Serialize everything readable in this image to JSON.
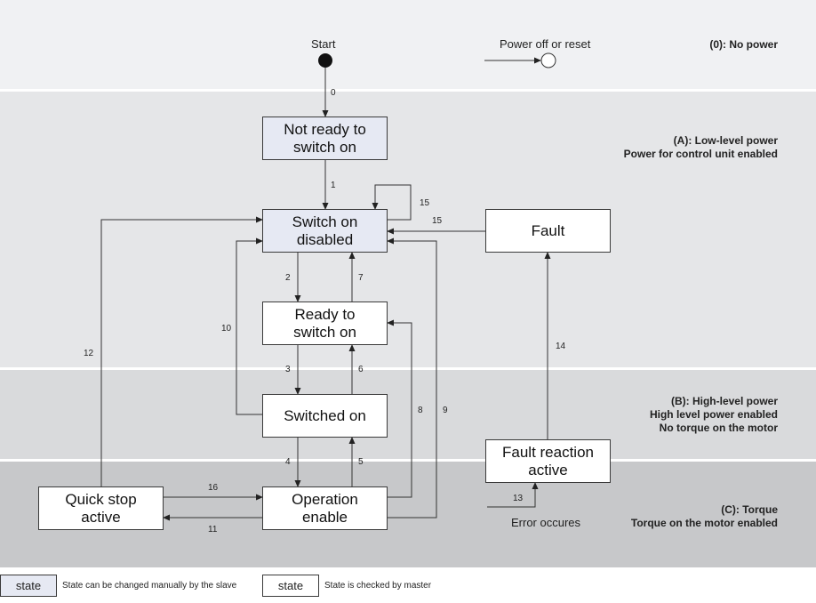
{
  "regions": {
    "r0": [
      "(0): No power"
    ],
    "rA": [
      "(A): Low-level power",
      "Power for control unit enabled"
    ],
    "rB": [
      "(B): High-level power",
      "High level power enabled",
      "No torque on the motor"
    ],
    "rC": [
      "(C): Torque",
      "Torque on the motor enabled"
    ]
  },
  "labels": {
    "start": "Start",
    "power_off": "Power off or reset",
    "error": "Error occures"
  },
  "states": {
    "not_ready": "Not ready to\nswitch on",
    "switch_on_disabled": "Switch on\ndisabled",
    "ready": "Ready to\nswitch on",
    "switched_on": "Switched on",
    "operation": "Operation\nenable",
    "quick_stop": "Quick stop\nactive",
    "fault": "Fault",
    "fault_reaction": "Fault reaction\nactive"
  },
  "transitions": {
    "t0": "0",
    "t1": "1",
    "t2": "2",
    "t3": "3",
    "t4": "4",
    "t5": "5",
    "t6": "6",
    "t7": "7",
    "t8": "8",
    "t9": "9",
    "t10": "10",
    "t11": "11",
    "t12": "12",
    "t13": "13",
    "t14": "14",
    "t15a": "15",
    "t15b": "15",
    "t16": "16"
  },
  "legend": {
    "slave_box": "state",
    "slave_text": "State can be changed manually by the slave",
    "master_box": "state",
    "master_text": "State is checked by master"
  },
  "colors": {
    "slave_state_fill": "#e6e9f3",
    "master_state_fill": "#ffffff"
  }
}
